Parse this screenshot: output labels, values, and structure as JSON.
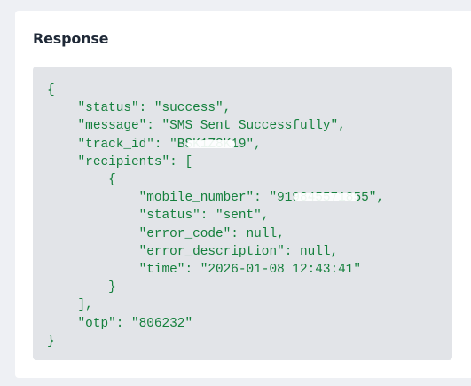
{
  "response": {
    "title": "Response"
  },
  "json": {
    "l01": "{",
    "l02": "    \"status\": \"success\",",
    "l03": "    \"message\": \"SMS Sent Successfully\",",
    "l04_pre": "    \"track_id\": \"B",
    "l04_red": "SK1Z8K1",
    "l04_post": "9\",",
    "l05": "    \"recipients\": [",
    "l06": "        {",
    "l07_pre": "            \"mobile_number\": \"91",
    "l07_red": "984557185",
    "l07_post": "5\",",
    "l08": "            \"status\": \"sent\",",
    "l09": "            \"error_code\": null,",
    "l10": "            \"error_description\": null,",
    "l11": "            \"time\": \"2026-01-08 12:43:41\"",
    "l12": "        }",
    "l13": "    ],",
    "l14": "    \"otp\": \"806232\"",
    "l15": "}"
  }
}
